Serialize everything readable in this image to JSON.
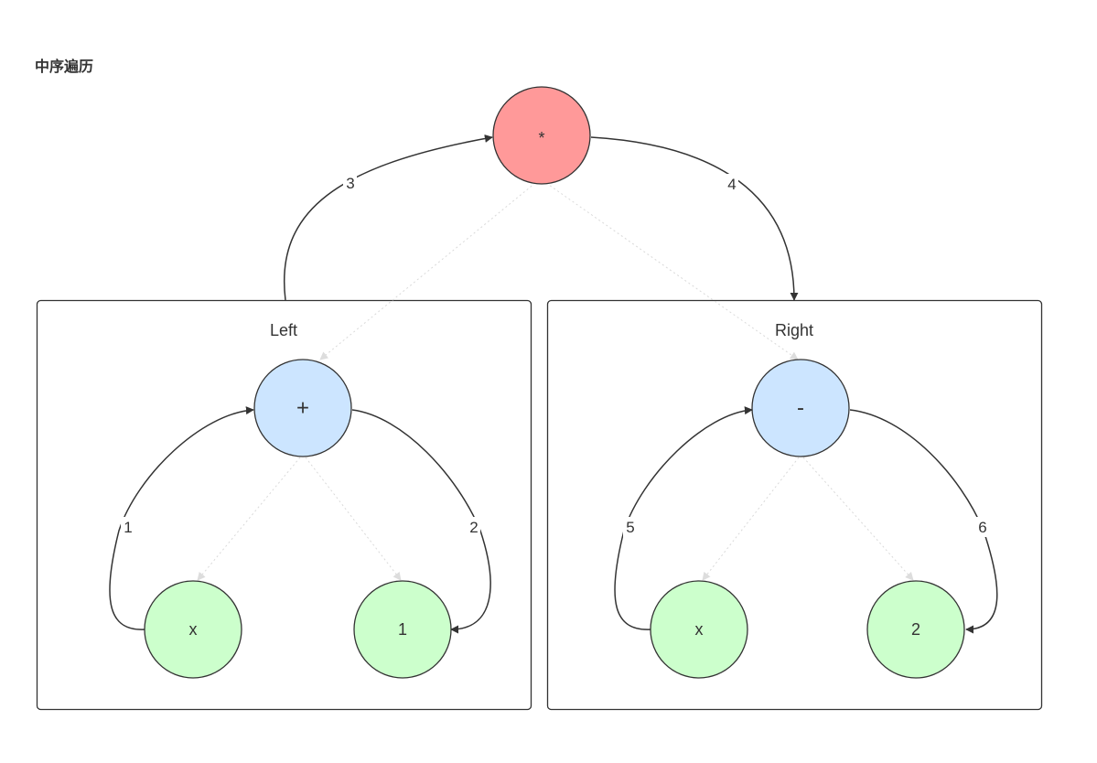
{
  "title": "中序遍历",
  "colors": {
    "root_fill": "#ff9999",
    "operator_fill": "#cce5ff",
    "leaf_fill": "#ccffcc",
    "stroke": "#333333",
    "tree_edge": "#d9d9d9"
  },
  "groups": {
    "left": {
      "label": "Left"
    },
    "right": {
      "label": "Right"
    }
  },
  "nodes": {
    "root": {
      "label": "*"
    },
    "left_op": {
      "label": "+"
    },
    "left_x": {
      "label": "x"
    },
    "left_one": {
      "label": "1"
    },
    "right_op": {
      "label": "-"
    },
    "right_x": {
      "label": "x"
    },
    "right_two": {
      "label": "2"
    }
  },
  "traversal_steps": [
    "1",
    "2",
    "3",
    "4",
    "5",
    "6"
  ]
}
